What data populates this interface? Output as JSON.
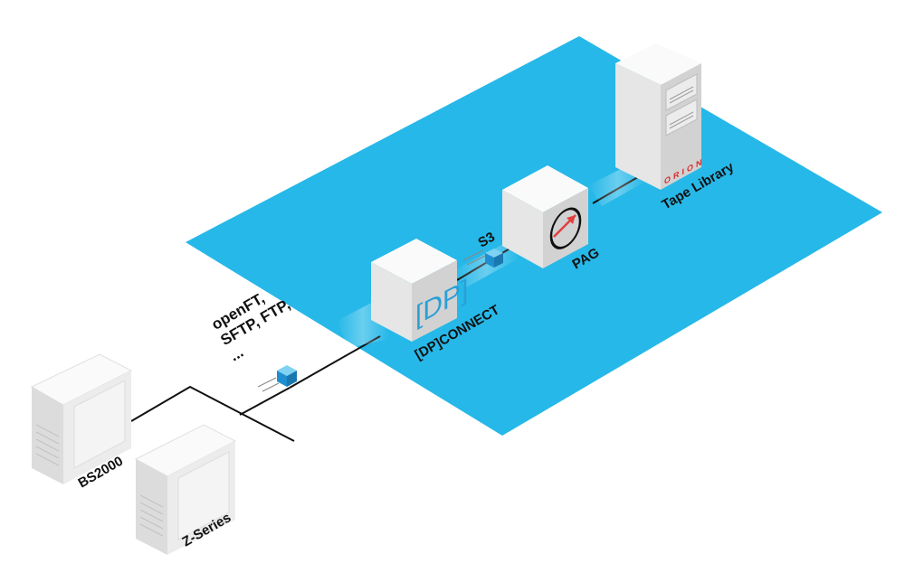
{
  "labels": {
    "bs2000": "BS2000",
    "z_series": "Z-Series",
    "dp_connect": "[DP]CONNECT",
    "pag": "PAG",
    "tape_library": "Tape Library",
    "s3": "S3",
    "protocols": [
      "openFT,",
      "SFTP, FTP,",
      "..."
    ],
    "dp_logo": "[DP]",
    "orion_logo": "ORION"
  },
  "colors": {
    "platform": "#26b8e8",
    "dp_logo": "#2a9fd6",
    "orion": "#d92b2b",
    "pag_arrow": "#e04040",
    "packet": "#1f8fd0",
    "box_top": "#fafafa",
    "box_left": "#e6e6e6",
    "box_right": "#d2d2d2",
    "line": "#111111"
  },
  "icons": {
    "dp_connect": "dp-logo-icon",
    "pag": "gauge-arrow-icon",
    "tape_library": "orion-rack-icon",
    "packet": "data-packet-icon",
    "server": "server-tower-icon"
  }
}
